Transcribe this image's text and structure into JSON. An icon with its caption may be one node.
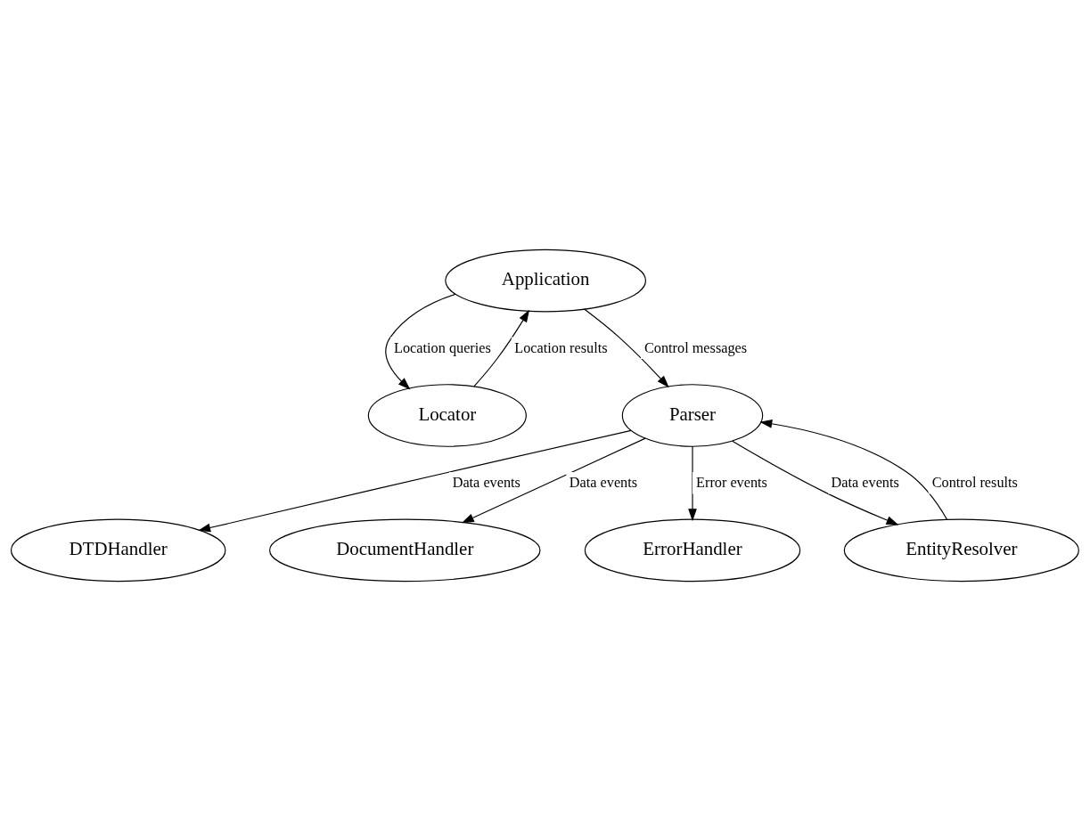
{
  "diagram": {
    "nodes": [
      {
        "text": [
          "Application"
        ]
      },
      {
        "text": [
          "Locator"
        ]
      },
      {
        "text": [
          "DTDHandler"
        ]
      },
      {
        "text": [
          "Parser"
        ]
      },
      {
        "text": [
          "DocumentHandler"
        ]
      },
      {
        "text": [
          "ErrorHandler"
        ]
      },
      {
        "text": [
          "EntityResolver"
        ]
      }
    ],
    "edges": [
      {
        "from": 0,
        "to": 1,
        "arrow": "to",
        "label": "Location queries"
      },
      {
        "from": 1,
        "to": 0,
        "arrow": "to",
        "label": "Location results"
      },
      {
        "from": 0,
        "to": 3,
        "arrow": "to",
        "label": "Control messages"
      },
      {
        "from": 3,
        "to": 2,
        "arrow": "to",
        "label": "Data events"
      },
      {
        "from": 3,
        "to": 4,
        "arrow": "to",
        "label": "Data events"
      },
      {
        "from": 3,
        "to": 5,
        "arrow": "to",
        "label": "Error events"
      },
      {
        "from": 3,
        "to": 6,
        "arrow": "to",
        "label": "Data events"
      },
      {
        "from": 6,
        "to": 3,
        "arrow": "to",
        "label": "Control results"
      }
    ]
  }
}
